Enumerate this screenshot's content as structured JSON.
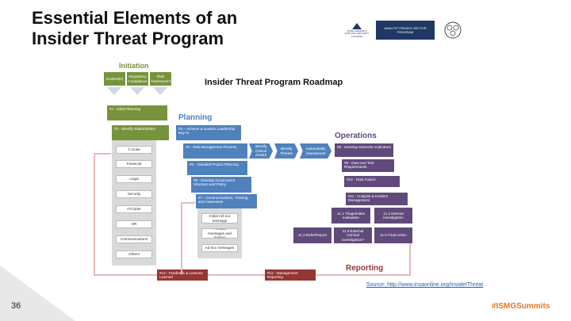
{
  "slide": {
    "title_line1": "Essential Elements of an",
    "title_line2": "Insider Threat Program",
    "page_number": "36",
    "hashtag": "#ISMGSummits",
    "source": "Source: http://www.insaonline.org/InsiderThreat"
  },
  "logos": {
    "logo1_text": "INTELLIGENCE & NATIONAL SECURITY ALLIANCE",
    "logo2_text": "ANALYST PRIVATE SECTOR PROGRAM"
  },
  "diagram": {
    "title": "Insider Threat Program Roadmap",
    "sections": {
      "initiation": "Initiation",
      "planning": "Planning",
      "operations": "Operations",
      "reporting": "Reporting"
    },
    "initiation_boxes": [
      "Incident(s)",
      "Regulatory Compliance",
      "Risk Assessment"
    ],
    "steps": {
      "s1": "#1 - Initial Planning",
      "s2": "#2 - Identify Stakeholders",
      "s3": "#3 – Achieve & Sustain Leadership Buy-In",
      "s4": "#4 - Risk Management Process",
      "s5": "#5 – Detailed Project Planning",
      "s6": "#6 - Develop Governance Structure and Policy",
      "s7": "#7 - Communications, Training, and Awareness",
      "s8": "#8 - Develop Detection Indicators",
      "s9": "#9 - Data and Tool Requirements",
      "s10": "#10 - Data Fusion",
      "s11": "#11 - Analysis & Incident Management",
      "s12": "#12 - Management Reporting",
      "s13": "#13 - Feedback & Lessons Learned"
    },
    "risk_chevrons": [
      "Identify Critical Assets",
      "Identify Threats",
      "Vulnerability Assessment"
    ],
    "stakeholders": [
      "C-Suite",
      "Financial",
      "Legal",
      "Security",
      "IT/Cyber",
      "HR",
      "Communications",
      "Others"
    ],
    "communications": [
      "Initial roll-out message",
      "Periodic messages and training",
      "Ad hoc messages"
    ],
    "analysis_outcomes": {
      "o1": "11.1 Triage/Initial evaluation",
      "o2": "11.2 Internal investigation",
      "o3": "11.3 Refer/Report",
      "o4": "11.4 External criminal investigation?",
      "o5": "11.5 Final Action"
    }
  }
}
